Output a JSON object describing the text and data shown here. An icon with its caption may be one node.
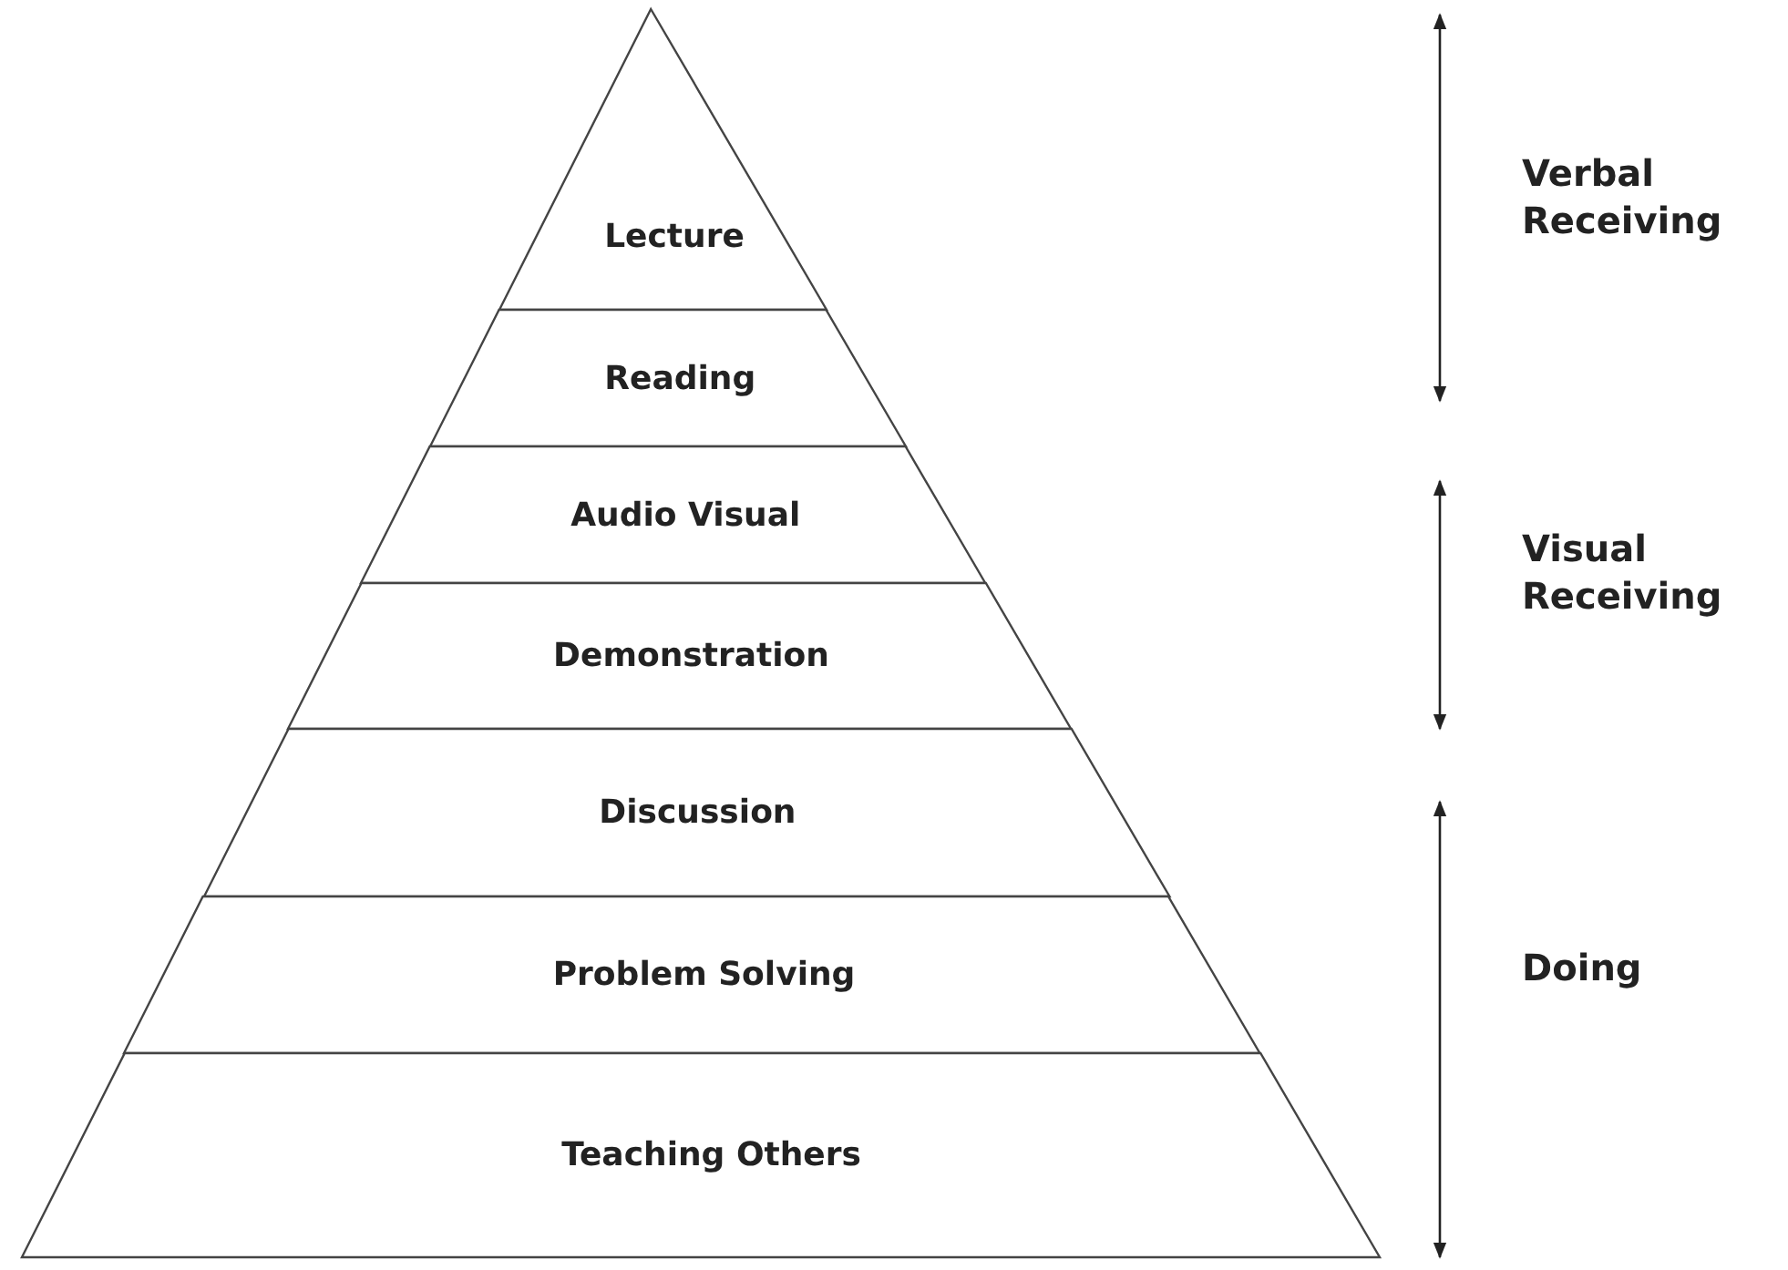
{
  "diagram": {
    "nodes": [
      {
        "text": [
          "Lecture"
        ]
      },
      {
        "text": [
          "Reading"
        ]
      },
      {
        "text": [
          "Audio Visual"
        ]
      },
      {
        "text": [
          "Demonstration"
        ]
      },
      {
        "text": [
          "Discussion"
        ]
      },
      {
        "text": [
          "Problem Solving"
        ]
      },
      {
        "text": [
          "Teaching Others"
        ]
      }
    ],
    "labels": [
      "Verbal Receiving",
      "Visual Receiving",
      "Doing"
    ]
  }
}
